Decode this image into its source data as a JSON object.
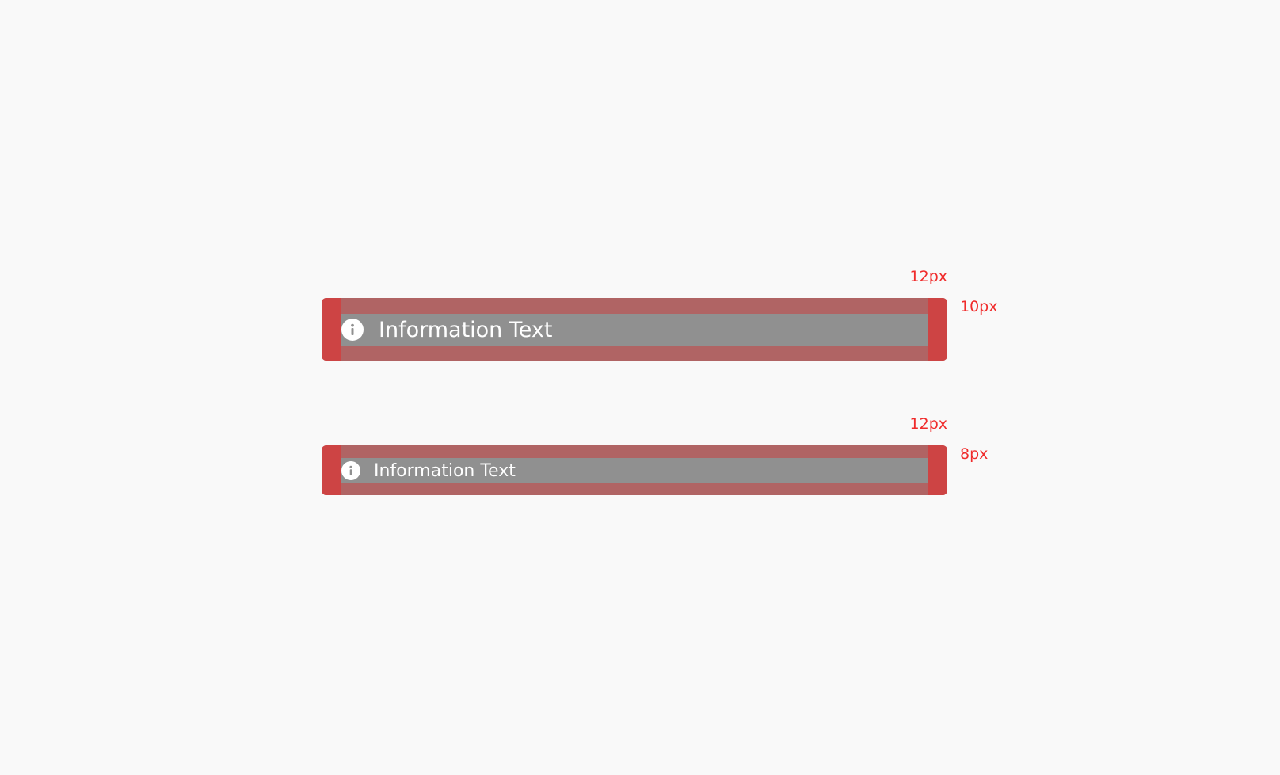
{
  "specs": [
    {
      "text": "Information Text",
      "icon": "info-icon",
      "horizontal_padding_label": "12px",
      "vertical_padding_label": "10px"
    },
    {
      "text": "Information Text",
      "icon": "info-icon",
      "horizontal_padding_label": "12px",
      "vertical_padding_label": "8px"
    }
  ],
  "colors": {
    "background": "#f9f9f9",
    "vertical_padding": "#b06464",
    "horizontal_padding": "#cd4444",
    "content": "#909090",
    "label": "#f02b2b",
    "foreground": "#ffffff"
  }
}
